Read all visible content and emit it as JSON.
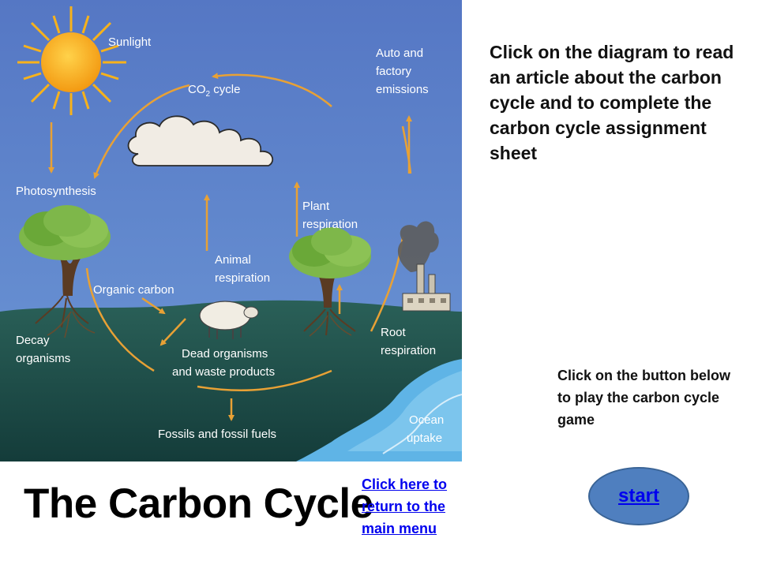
{
  "page_title": "The Carbon Cycle",
  "intro_text": "Click on the diagram to read an article about the carbon cycle and to complete the carbon cycle assignment sheet",
  "game_text": "Click on the button below to play the carbon cycle game",
  "return_link": "Click here to return to the main menu",
  "start_button": "start",
  "diagram": {
    "labels": {
      "sunlight": "Sunlight",
      "co2_cycle_main": "CO",
      "co2_cycle_sub": "2",
      "co2_cycle_rest": " cycle",
      "auto_line1": "Auto and",
      "auto_line2": "factory",
      "auto_line3": "emissions",
      "photosynthesis": "Photosynthesis",
      "plant_line1": "Plant",
      "plant_line2": "respiration",
      "animal_line1": "Animal",
      "animal_line2": "respiration",
      "organic_carbon": "Organic carbon",
      "decay_line1": "Decay",
      "decay_line2": "organisms",
      "dead_line1": "Dead organisms",
      "dead_line2": "and waste products",
      "root_line1": "Root",
      "root_line2": "respiration",
      "fossils": "Fossils and fossil fuels",
      "ocean_line1": "Ocean",
      "ocean_line2": "uptake"
    },
    "colors": {
      "sky": "#5b86c9",
      "ground": "#1d4a47",
      "arrow": "#e8a135",
      "sun": "#f7a21b",
      "ocean": "#5fb4e6"
    }
  }
}
